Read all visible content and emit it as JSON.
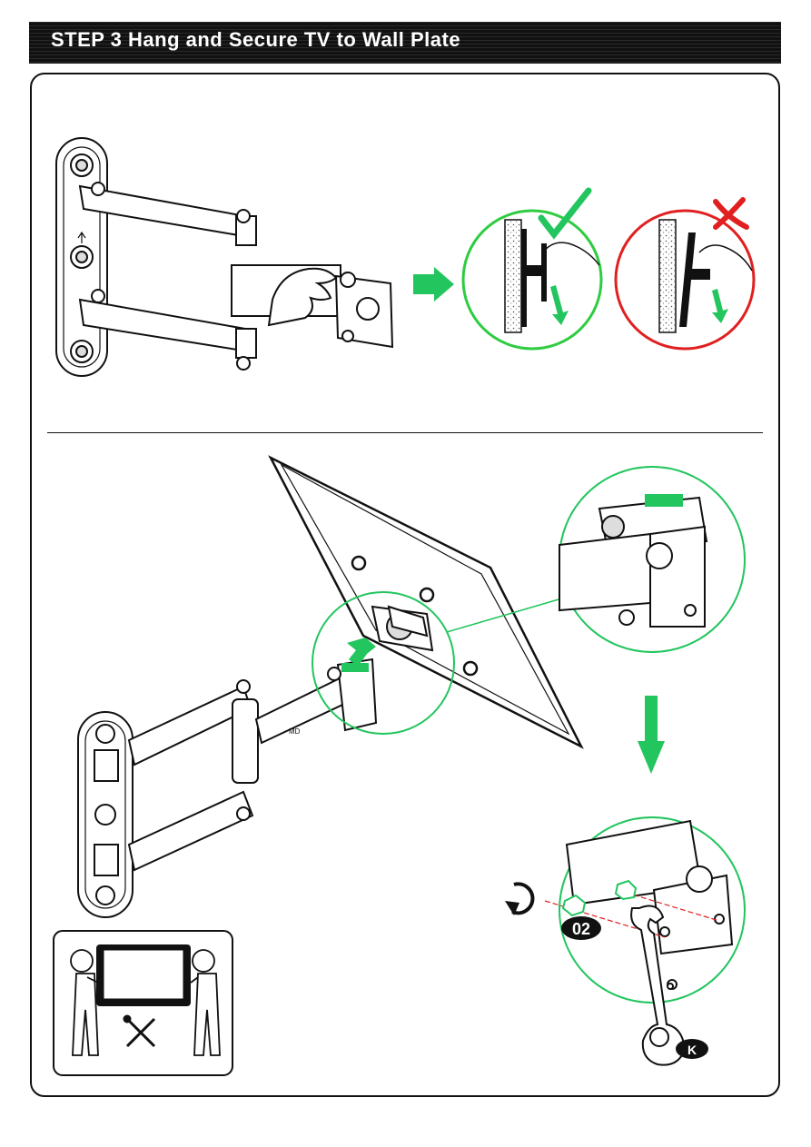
{
  "header": {
    "title": "STEP 3 Hang and Secure TV to Wall Plate"
  },
  "callouts": {
    "bolt_qty": "02",
    "wrench_label": "K"
  },
  "icons": {
    "correct": "check-icon",
    "incorrect": "cross-icon",
    "rotate": "rotate-clockwise-icon"
  },
  "colors": {
    "accent_green": "#22c55e",
    "ok_circle": "#2ecc40",
    "error_red": "#e02020",
    "line": "#111111"
  }
}
